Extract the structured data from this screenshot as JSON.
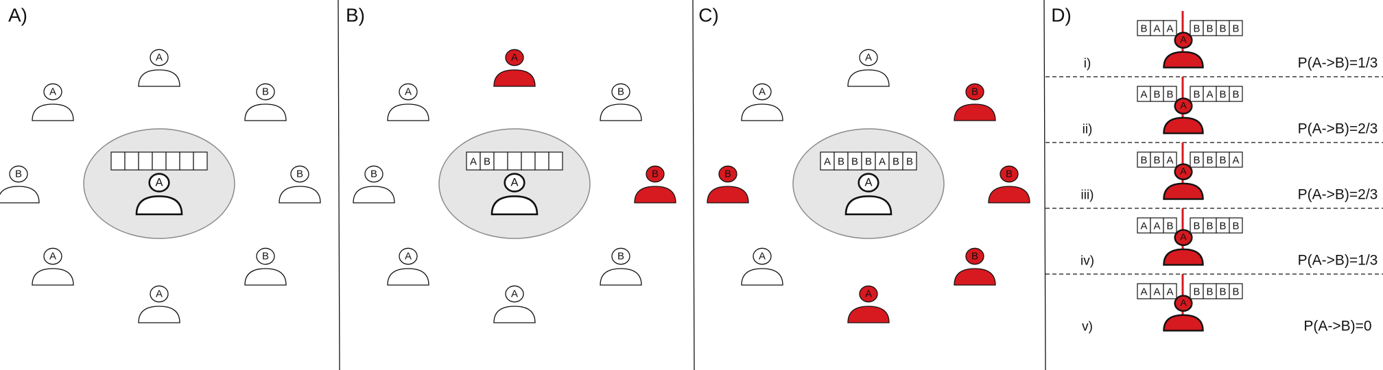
{
  "colors": {
    "active": "#d71920",
    "outline": "#111111",
    "cloud": "#e6e6e6",
    "cloud_stroke": "#8a8a8a"
  },
  "panels": [
    {
      "label": "A)",
      "center": {
        "opinion": "A",
        "memory": [
          "",
          "",
          "",
          "",
          "",
          "",
          ""
        ]
      },
      "neighbors": [
        {
          "opinion": "A",
          "active": false
        },
        {
          "opinion": "B",
          "active": false
        },
        {
          "opinion": "B",
          "active": false
        },
        {
          "opinion": "B",
          "active": false
        },
        {
          "opinion": "A",
          "active": false
        },
        {
          "opinion": "A",
          "active": false
        },
        {
          "opinion": "B",
          "active": false
        },
        {
          "opinion": "A",
          "active": false
        }
      ]
    },
    {
      "label": "B)",
      "center": {
        "opinion": "A",
        "memory": [
          "A",
          "B",
          "",
          "",
          "",
          "",
          ""
        ]
      },
      "neighbors": [
        {
          "opinion": "A",
          "active": true
        },
        {
          "opinion": "B",
          "active": false
        },
        {
          "opinion": "B",
          "active": true
        },
        {
          "opinion": "B",
          "active": false
        },
        {
          "opinion": "A",
          "active": false
        },
        {
          "opinion": "A",
          "active": false
        },
        {
          "opinion": "B",
          "active": false
        },
        {
          "opinion": "A",
          "active": false
        }
      ]
    },
    {
      "label": "C)",
      "center": {
        "opinion": "A",
        "memory": [
          "A",
          "B",
          "B",
          "B",
          "A",
          "B",
          "B"
        ]
      },
      "neighbors": [
        {
          "opinion": "A",
          "active": false
        },
        {
          "opinion": "B",
          "active": true
        },
        {
          "opinion": "B",
          "active": true
        },
        {
          "opinion": "B",
          "active": true
        },
        {
          "opinion": "A",
          "active": true
        },
        {
          "opinion": "A",
          "active": false
        },
        {
          "opinion": "B",
          "active": true
        },
        {
          "opinion": "A",
          "active": false
        }
      ]
    }
  ],
  "panel_d": {
    "label": "D)",
    "rows": [
      {
        "roman": "i)",
        "left": [
          "B",
          "A",
          "A"
        ],
        "right": [
          "B",
          "B",
          "B",
          "B"
        ],
        "person": "A",
        "prob": "P(A->B)=1/3",
        "red_index": -1
      },
      {
        "roman": "ii)",
        "left": [
          "A",
          "B",
          "B"
        ],
        "right": [
          "B",
          "A",
          "B",
          "B"
        ],
        "person": "A",
        "prob": "P(A->B)=2/3",
        "red_index": -1
      },
      {
        "roman": "iii)",
        "left": [
          "B",
          "B",
          "A"
        ],
        "right": [
          "B",
          "B",
          "B",
          "A"
        ],
        "person": "A",
        "prob": "P(A->B)=2/3",
        "red_index": -1
      },
      {
        "roman": "iv)",
        "left": [
          "A",
          "A",
          "B"
        ],
        "right": [
          "B",
          "B",
          "B",
          "B"
        ],
        "person": "A",
        "prob": "P(A->B)=1/3",
        "red_index": -1
      },
      {
        "roman": "v)",
        "left": [
          "A",
          "A",
          "A"
        ],
        "right": [
          "B",
          "B",
          "B",
          "B"
        ],
        "person": "A",
        "prob": "P(A->B)=0",
        "red_index": 2
      }
    ]
  }
}
